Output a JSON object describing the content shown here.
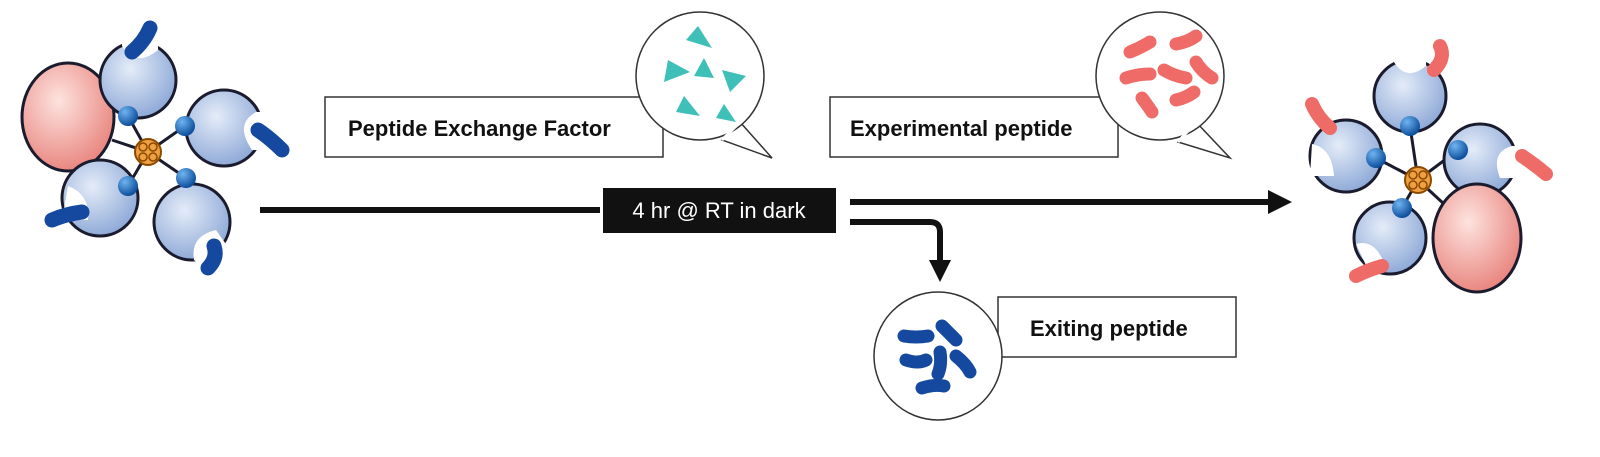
{
  "labels": {
    "exchange_factor": "Peptide Exchange Factor",
    "experimental_peptide": "Experimental peptide",
    "exiting_peptide": "Exiting peptide",
    "step": "4 hr @ RT in dark"
  },
  "colors": {
    "mhc_fill": "#a9c1e6",
    "mhc_stroke": "#1b1b2e",
    "bead": "#1f6fc1",
    "core": "#f0a040",
    "streptavidin": "#f2a49c",
    "native_peptide": "#1549a0",
    "experimental_peptide": "#ee6b67",
    "exchange_factor": "#3ebfb8",
    "arrow": "#111111",
    "step_box": "#111111"
  }
}
